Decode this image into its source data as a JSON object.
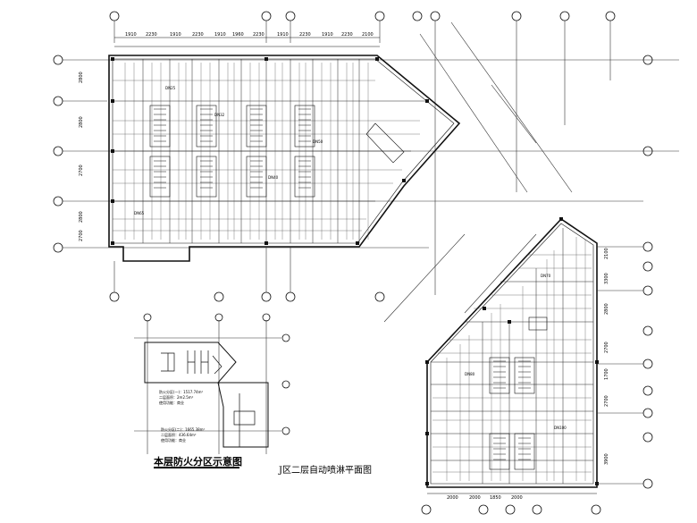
{
  "caption_zone_map": "本层防火分区示意图",
  "caption_plan": "J区二层自动喷淋平面图",
  "drawing_colors": {
    "lines": "#111111",
    "background": "#ffffff"
  },
  "dimensions_top": [
    "1910",
    "2230",
    "1910",
    "2230",
    "1910",
    "1960",
    "2230",
    "1910",
    "2230",
    "1910",
    "2230",
    "2100"
  ],
  "dimensions_left": [
    "2800",
    "2800",
    "2700",
    "2800",
    "2700"
  ],
  "dimensions_right_lower": [
    "2100",
    "3300",
    "2800",
    "2700",
    "1700",
    "2700",
    "3900"
  ],
  "dimensions_bottom_lower": [
    "2000",
    "2000",
    "1850",
    "2000"
  ],
  "pipe_labels": [
    "DN25",
    "DN32",
    "DN40",
    "DN50",
    "DN65",
    "DN70",
    "DN80",
    "DN100"
  ],
  "zone_legend_1": [
    "防火分区(一)：1517.74m²",
    "二层面积：2m2.5m²",
    "使用功能：商业"
  ],
  "zone_legend_2": [
    "防火分区(二)：1665.38m²",
    "二层面积：436.64m²",
    "使用功能：商业"
  ]
}
